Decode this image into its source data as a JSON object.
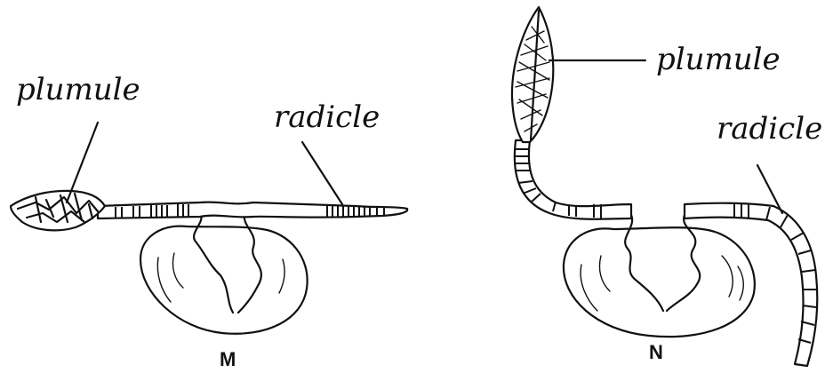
{
  "figures": [
    {
      "id": "M",
      "caption": "M",
      "labels": {
        "plumule": "plumule",
        "radicle": "radicle"
      }
    },
    {
      "id": "N",
      "caption": "N",
      "labels": {
        "plumule": "plumule",
        "radicle": "radicle"
      }
    }
  ]
}
